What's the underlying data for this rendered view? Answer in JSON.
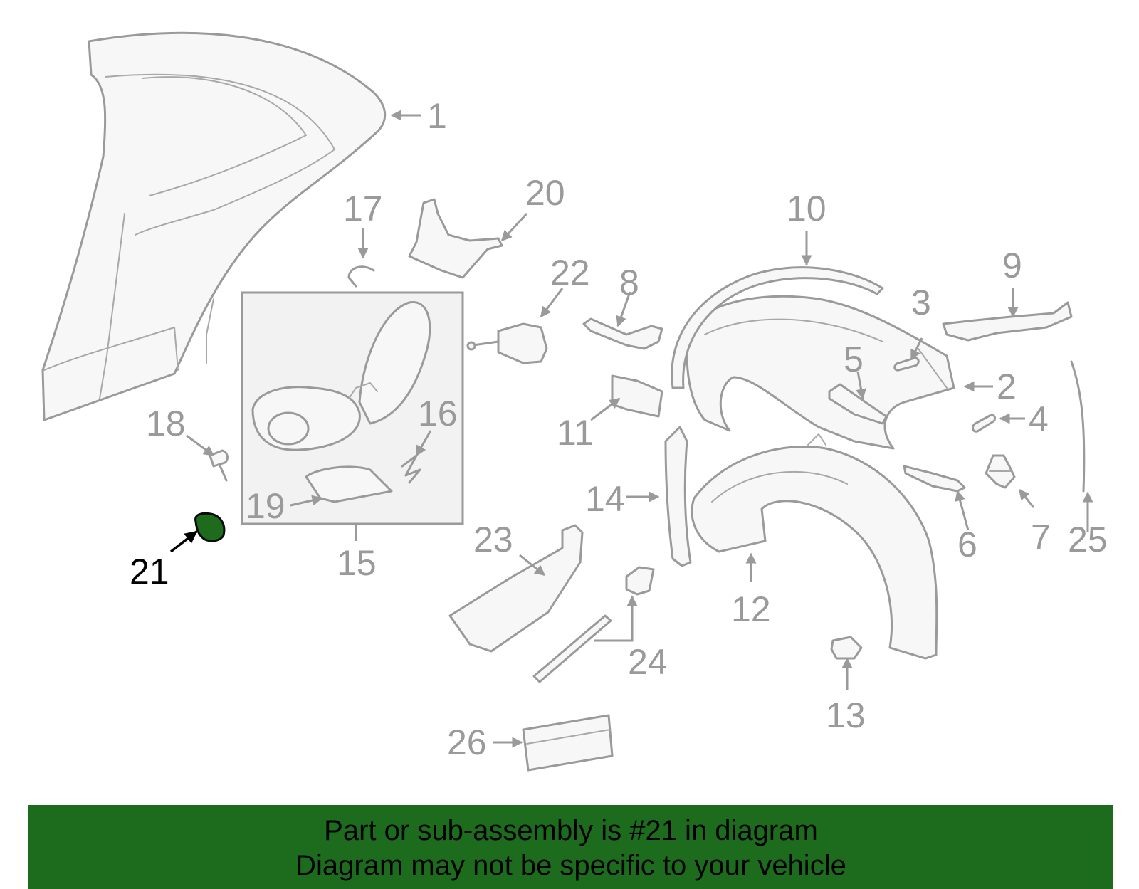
{
  "callouts": [
    {
      "id": "1",
      "label": "1"
    },
    {
      "id": "2",
      "label": "2"
    },
    {
      "id": "3",
      "label": "3"
    },
    {
      "id": "4",
      "label": "4"
    },
    {
      "id": "5",
      "label": "5"
    },
    {
      "id": "6",
      "label": "6"
    },
    {
      "id": "7",
      "label": "7"
    },
    {
      "id": "8",
      "label": "8"
    },
    {
      "id": "9",
      "label": "9"
    },
    {
      "id": "10",
      "label": "10"
    },
    {
      "id": "11",
      "label": "11"
    },
    {
      "id": "12",
      "label": "12"
    },
    {
      "id": "13",
      "label": "13"
    },
    {
      "id": "14",
      "label": "14"
    },
    {
      "id": "15",
      "label": "15"
    },
    {
      "id": "16",
      "label": "16"
    },
    {
      "id": "17",
      "label": "17"
    },
    {
      "id": "18",
      "label": "18"
    },
    {
      "id": "19",
      "label": "19"
    },
    {
      "id": "20",
      "label": "20"
    },
    {
      "id": "21",
      "label": "21",
      "highlighted": true
    },
    {
      "id": "22",
      "label": "22"
    },
    {
      "id": "23",
      "label": "23"
    },
    {
      "id": "24",
      "label": "24"
    },
    {
      "id": "25",
      "label": "25"
    },
    {
      "id": "26",
      "label": "26"
    }
  ],
  "highlight_color": "#1d6b1d",
  "banner": {
    "line1": "Part or sub-assembly is #21 in diagram",
    "line2": "Diagram may not be specific to your vehicle"
  }
}
